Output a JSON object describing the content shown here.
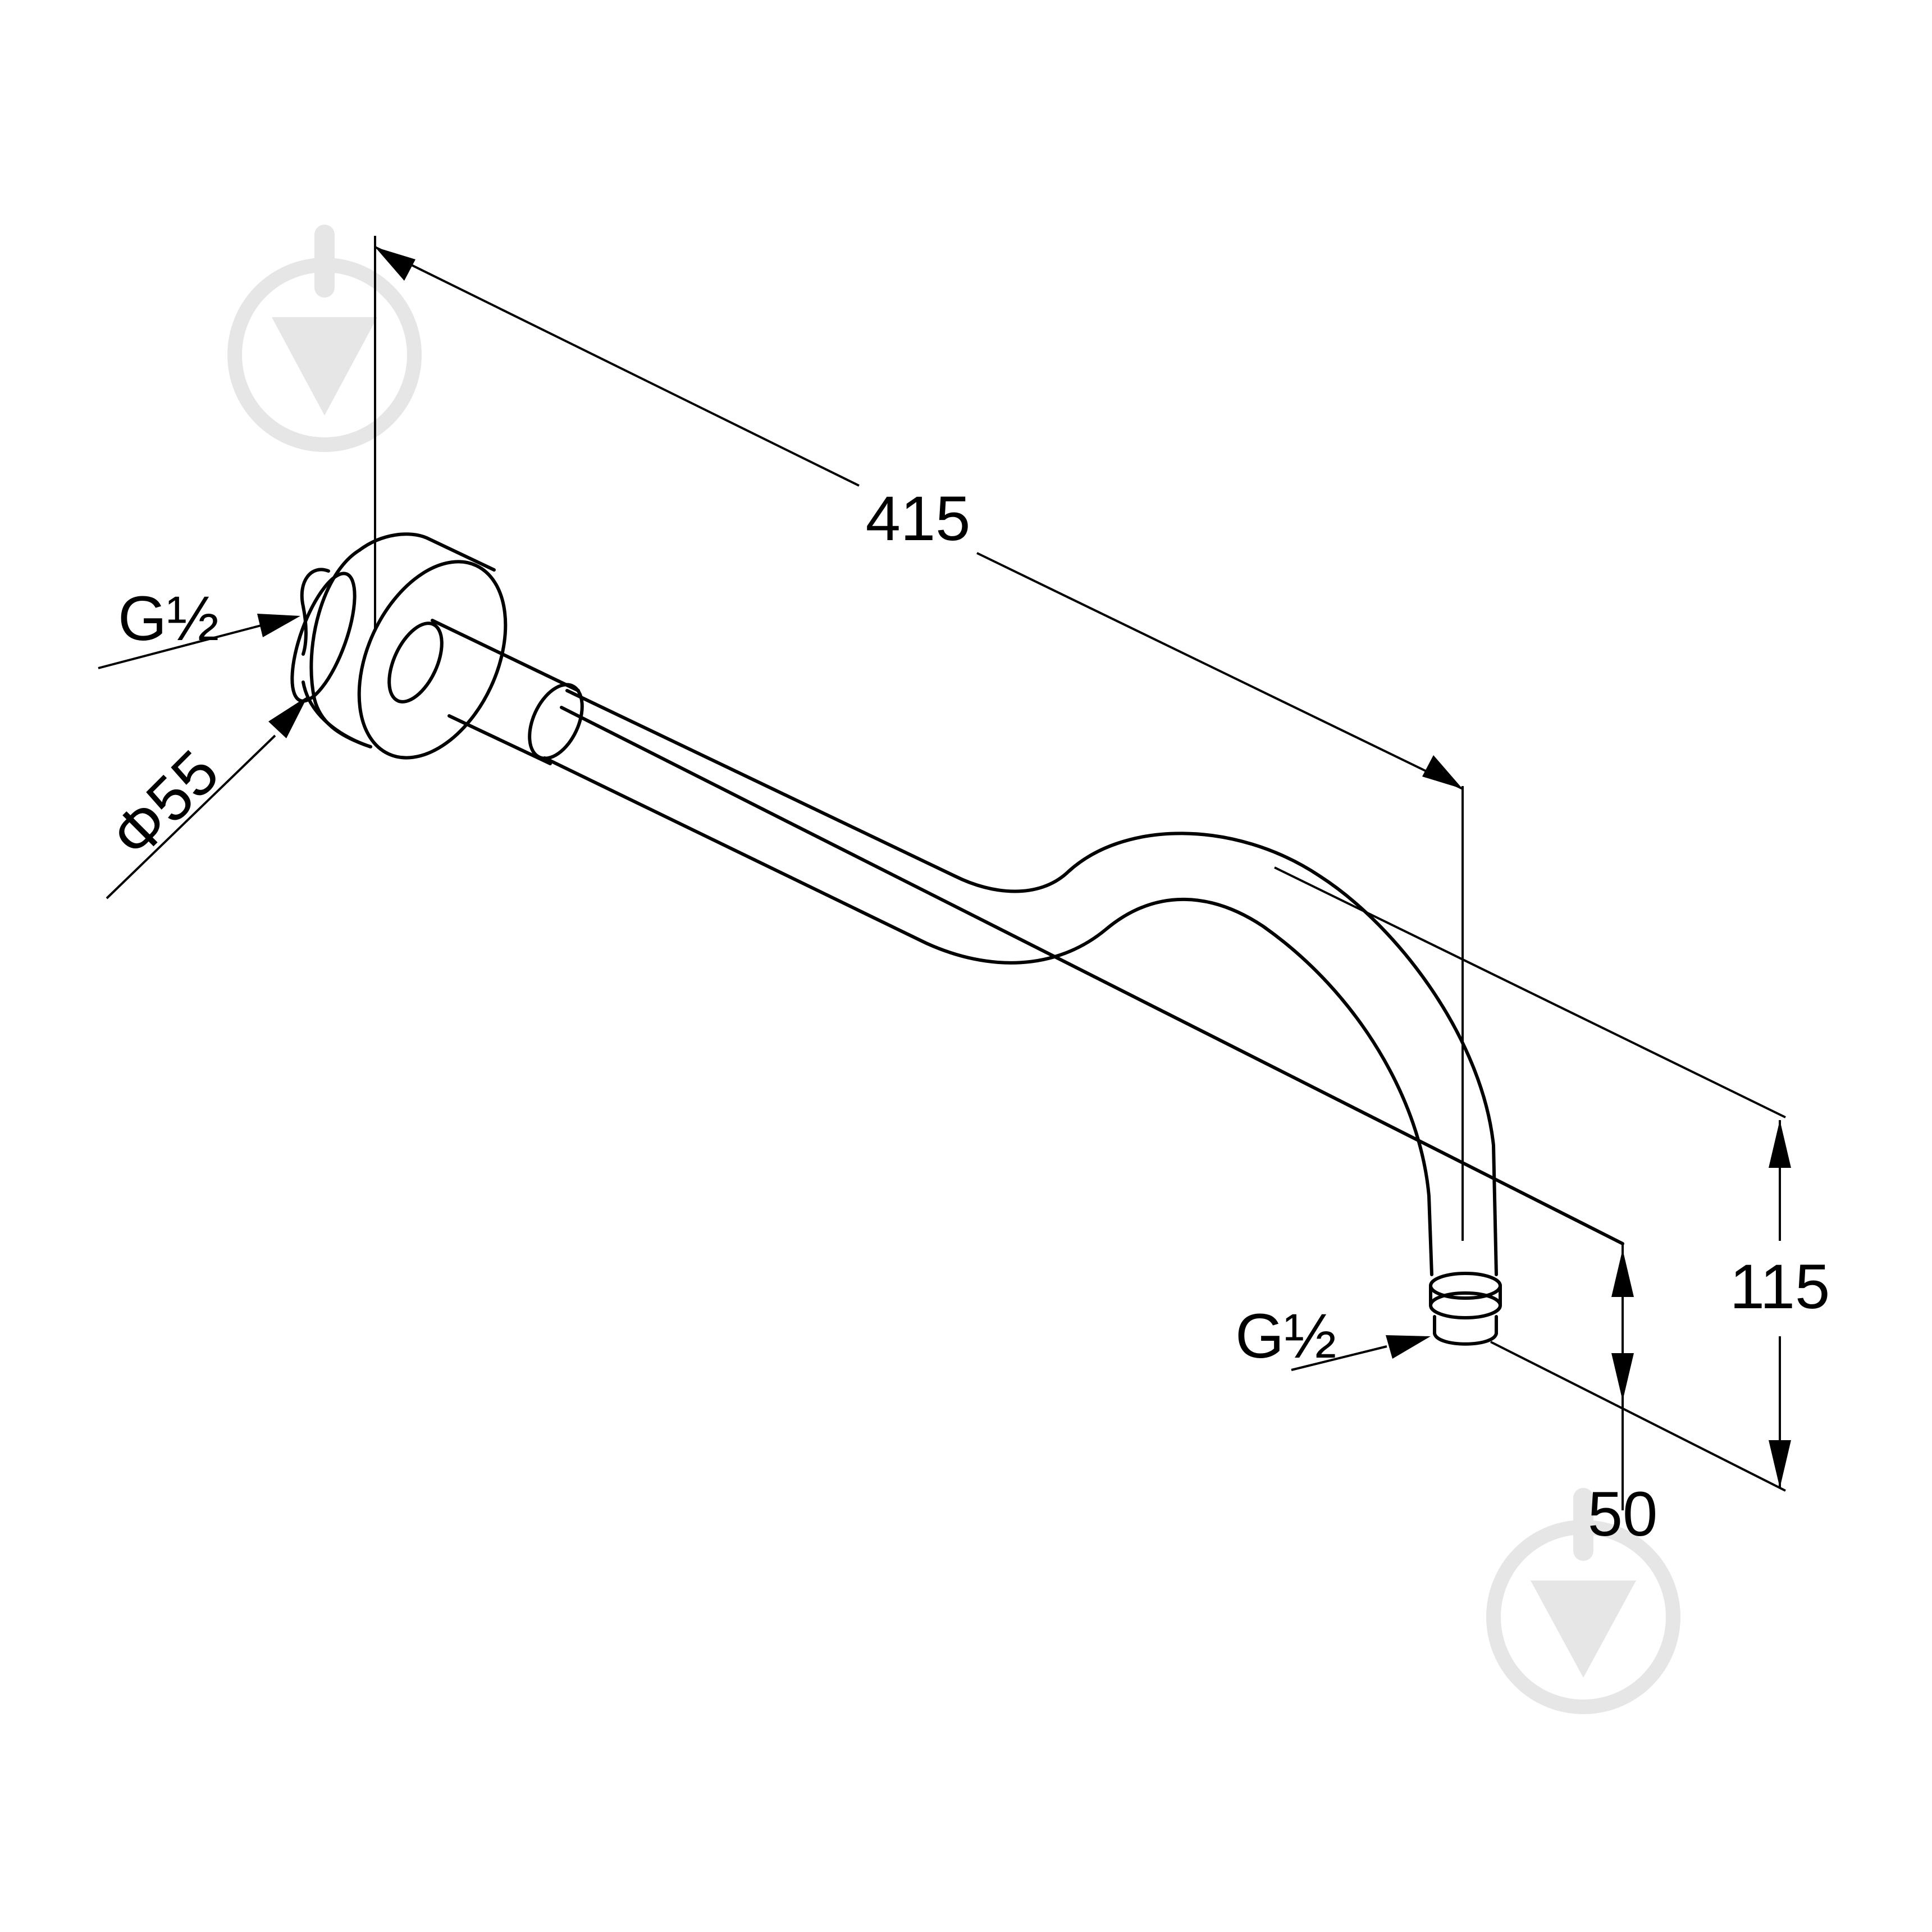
{
  "drawing": {
    "dimensions": {
      "length": "415",
      "height": "115",
      "outlet_depth": "50",
      "flange_diameter": "Φ55"
    },
    "threads": {
      "inlet": "G½",
      "outlet": "G½"
    }
  },
  "watermark": {
    "icon": "droplet-arrow-logo",
    "color": "#e6e6e6"
  }
}
